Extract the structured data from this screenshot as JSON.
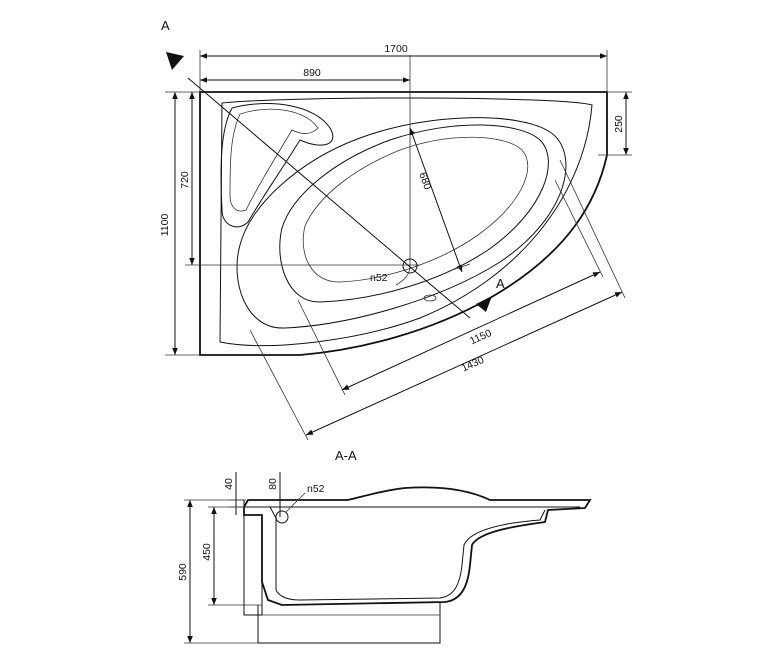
{
  "plan_view": {
    "section_marker_top": "A",
    "section_marker_side": "A",
    "dims": {
      "overall_width": "1700",
      "partial_width": "890",
      "overall_depth": "1100",
      "partial_depth": "720",
      "right_edge_depth": "250",
      "drain_offset": "680",
      "drain_label": "n52",
      "basin_length": "1150",
      "outer_length": "1430"
    }
  },
  "section_view": {
    "title": "A-A",
    "dims": {
      "rim_thickness": "40",
      "drain_height": "80",
      "drain_label": "n52",
      "tub_depth": "450",
      "total_height": "590"
    }
  }
}
